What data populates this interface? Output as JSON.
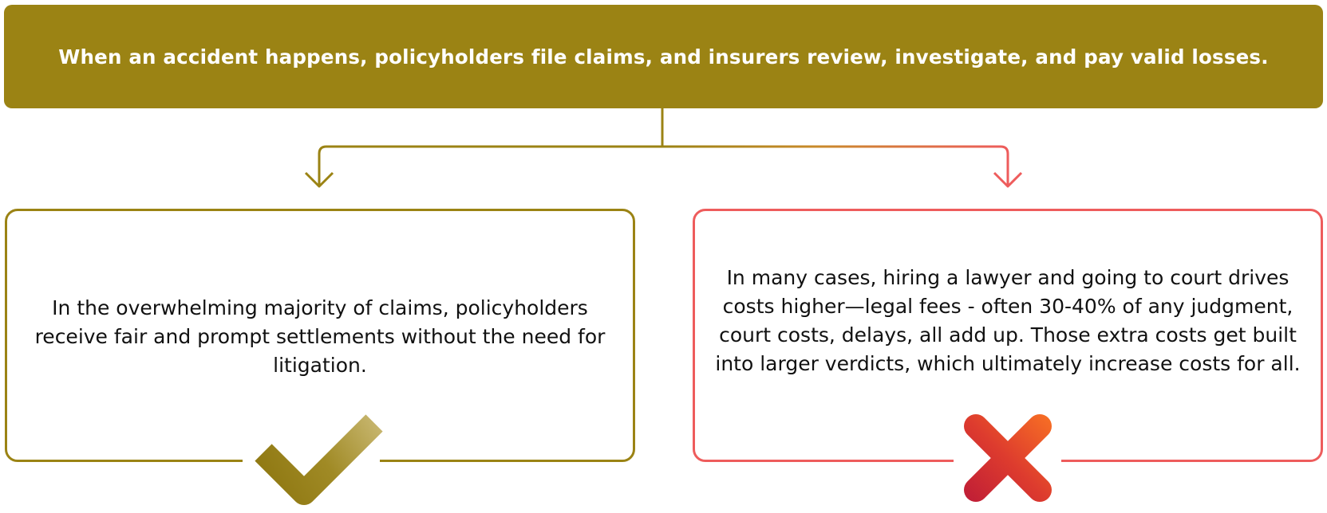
{
  "header": {
    "text": "When an accident happens, policyholders file claims, and insurers review, investigate, and pay valid losses."
  },
  "outcomes": [
    {
      "text": "In the overwhelming majority of claims, policyholders receive fair and prompt settlements without the need for litigation.",
      "icon": "checkmark-icon",
      "color": "#9b8314"
    },
    {
      "text": "In many cases, hiring a lawyer and going to court drives costs higher—legal fees - often 30-40% of any judgment, court costs, delays, all add up. Those extra costs get built into larger verdicts, which ultimately increase costs for all.",
      "icon": "x-mark-icon",
      "color": "#ee5c5c"
    }
  ],
  "colors": {
    "header_background": "#9b8314",
    "positive": "#9b8314",
    "negative": "#ee5c5c"
  }
}
